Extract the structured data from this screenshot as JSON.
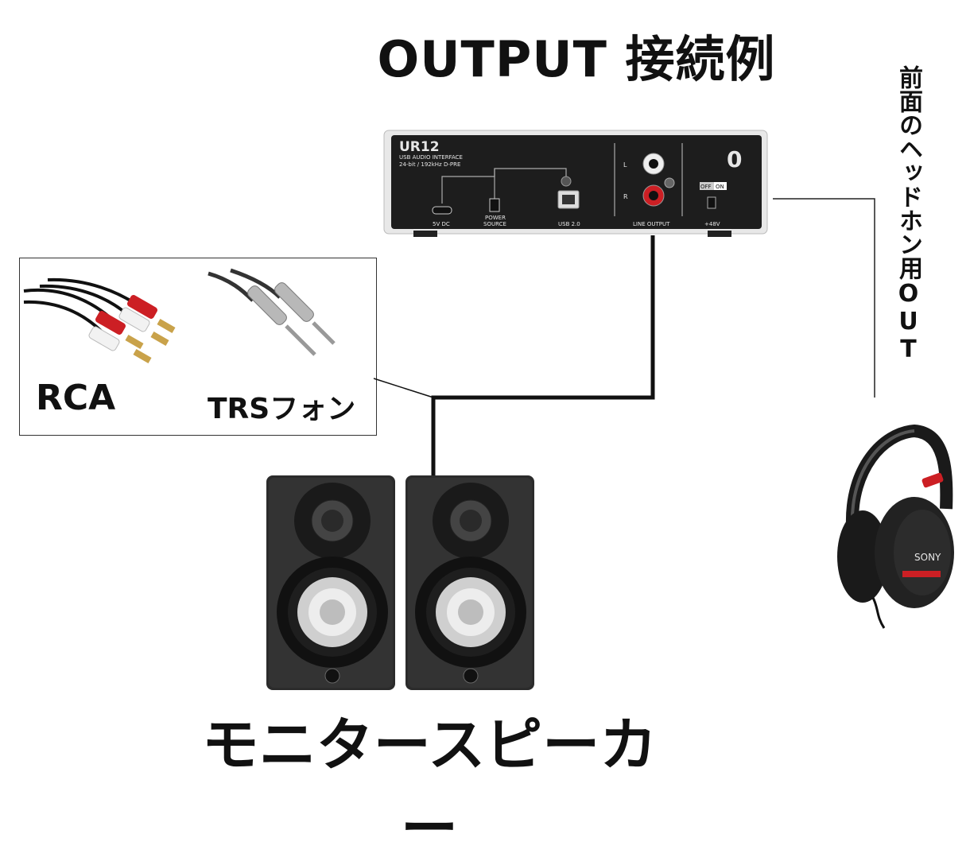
{
  "title": "OUTPUT 接続例",
  "headphone_label": "前面のヘッドホン用OUT",
  "speaker_label": "モニタースピーカー",
  "cables": {
    "rca": "RCA",
    "trs": "TRSフォン"
  },
  "interface": {
    "model": "UR12",
    "line1": "USB AUDIO INTERFACE",
    "line2": "24-bit / 192kHz D-PRE",
    "ports": {
      "dc": "5V DC",
      "power": "POWER",
      "source": "SOURCE",
      "usb": "USB 2.0",
      "line_output": "LINE OUTPUT",
      "phantom": "+48V"
    },
    "left": "L",
    "right": "R",
    "switch_off": "OFF",
    "switch_on": "ON",
    "knob": "0"
  },
  "headphone_brand": "SONY",
  "colors": {
    "cable": "#111111",
    "rca_red": "#cc1f24",
    "rca_white": "#f2f2f2",
    "gold": "#c9a24a"
  }
}
